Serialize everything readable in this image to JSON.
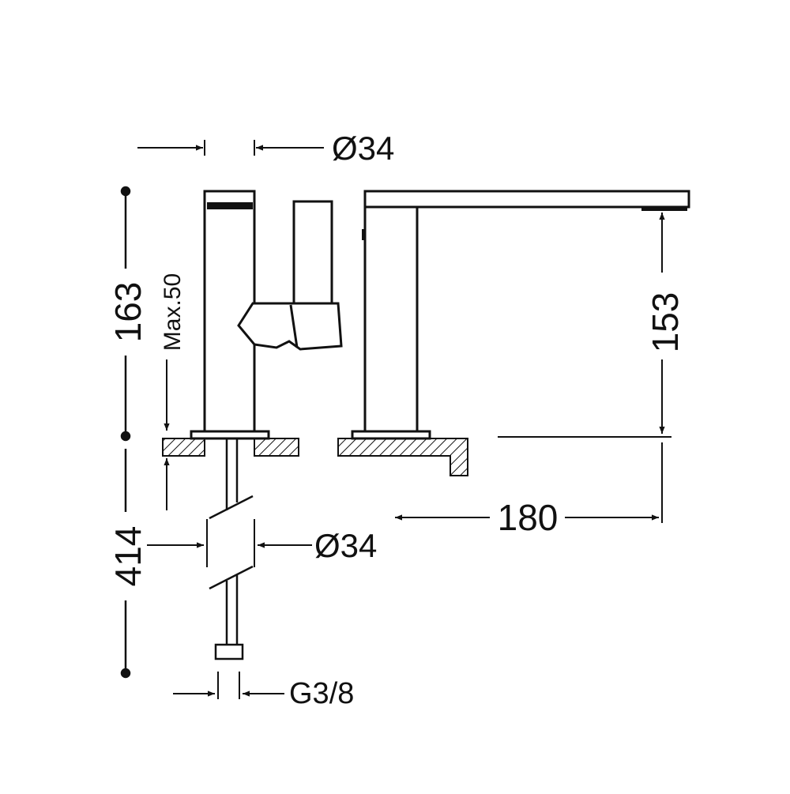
{
  "drawing": {
    "line_color": "#111111",
    "hatch_color": "#111111",
    "background": "#ffffff"
  },
  "dimensions": {
    "top_diameter": "Ø34",
    "total_height": "163",
    "max_deck": "Max.50",
    "spout_height": "153",
    "spout_reach": "180",
    "pipe_length": "414",
    "pipe_diameter": "Ø34",
    "connection": "G3/8"
  }
}
